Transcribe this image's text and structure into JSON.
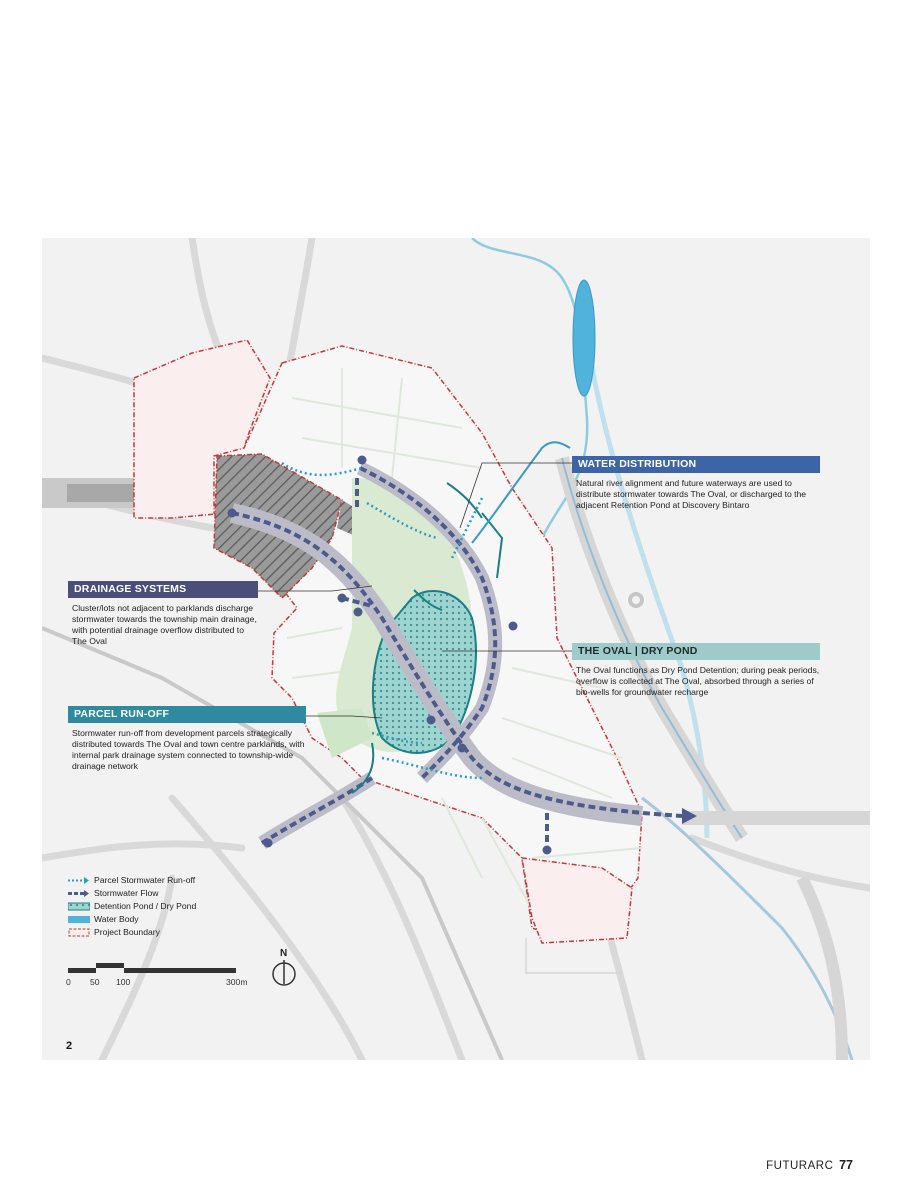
{
  "callouts": {
    "water_distribution": {
      "title": "WATER DISTRIBUTION",
      "text": "Natural river alignment and future waterways are used to distribute stormwater towards The Oval, or discharged to the adjacent Retention Pond at Discovery Bintaro"
    },
    "the_oval": {
      "title": "THE OVAL | DRY POND",
      "text": "The Oval functions as Dry Pond Detention; during peak periods, overflow is collected at The Oval, absorbed through a series of bio-wells for groundwater recharge"
    },
    "drainage_systems": {
      "title": "DRAINAGE SYSTEMS",
      "text": "Cluster/lots not adjacent to parklands discharge stormwater towards the township main drainage, with potential drainage overflow distributed to The Oval"
    },
    "parcel_runoff": {
      "title": "PARCEL RUN-OFF",
      "text": "Stormwater run-off from development parcels strategically distributed towards The Oval and town centre parklands, with internal park drainage system connected to township-wide drainage network"
    }
  },
  "legend": [
    {
      "label": "Parcel Stormwater Run-off",
      "symbol": "teal-dotted-arrow"
    },
    {
      "label": "Stormwater Flow",
      "symbol": "navy-dashed-arrow"
    },
    {
      "label": "Detention Pond / Dry Pond",
      "symbol": "teal-dotted-fill"
    },
    {
      "label": "Water Body",
      "symbol": "blue-fill"
    },
    {
      "label": "Project Boundary",
      "symbol": "red-dashed-outline"
    }
  ],
  "scale": {
    "labels": [
      "0",
      "50",
      "100",
      "300m"
    ]
  },
  "north_label": "N",
  "page_number": "2",
  "footer": {
    "brand": "FUTURARC",
    "page": "77"
  },
  "colors": {
    "water_distribution": "#3e64a8",
    "the_oval": "#9fcaca",
    "drainage_systems": "#4a4e78",
    "parcel_runoff": "#2e8a9e",
    "boundary": "#c0393b",
    "water_body": "#4fb3dc",
    "pond": "#8fd0d0",
    "flow": "#4d5a8c"
  }
}
